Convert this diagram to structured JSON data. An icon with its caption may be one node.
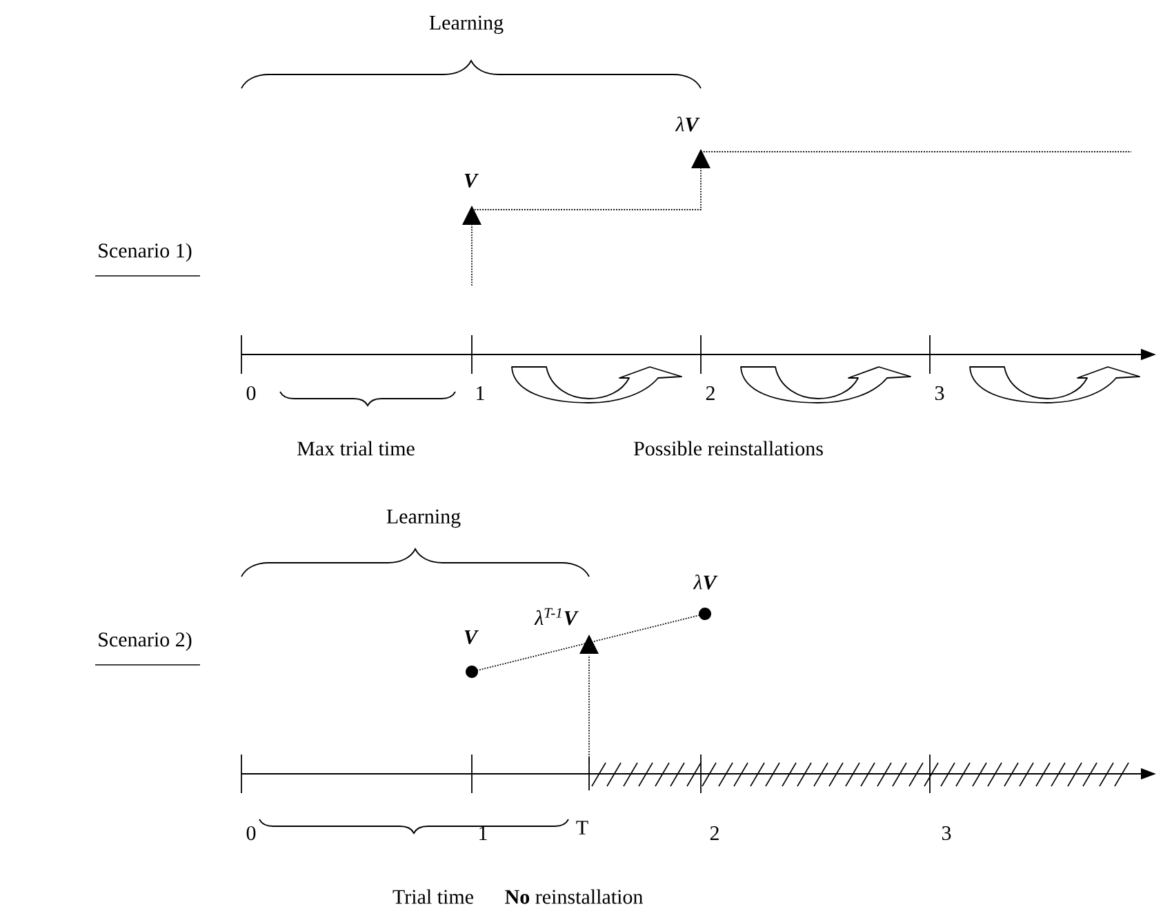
{
  "diagram": {
    "labels": [
      "Learning",
      "λ**V**",
      "V",
      "Scenario 1)",
      "0",
      "1",
      "2",
      "3",
      "Max trial time",
      "Possible reinstallations",
      "Learning",
      "λ**V**",
      "λ$^{T-1}$**V**",
      "V",
      "Scenario 2)",
      "0",
      "1",
      "T",
      "2",
      "3",
      "Trial time",
      "**No** reinstallation"
    ]
  }
}
